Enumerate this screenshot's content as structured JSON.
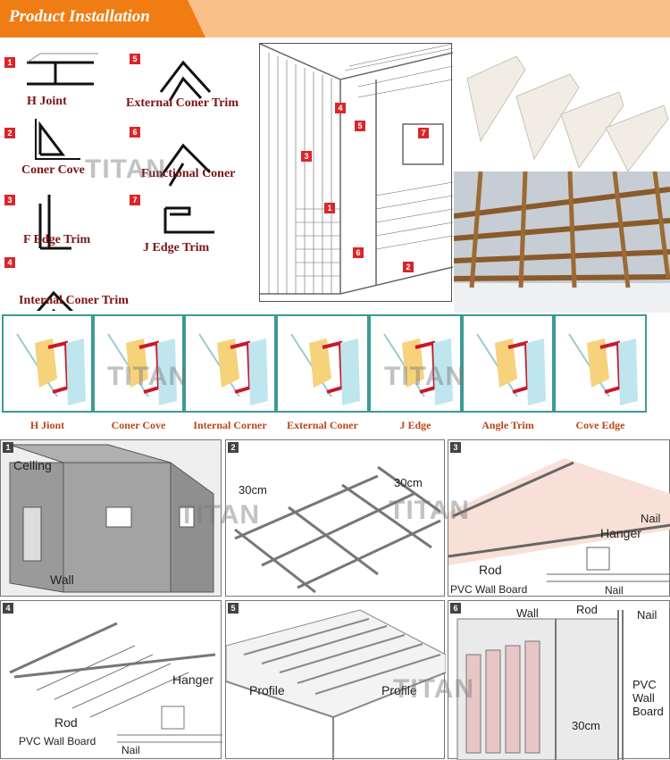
{
  "header": {
    "title": "Product Installation"
  },
  "trims": [
    {
      "num": "1",
      "label": "H Joint"
    },
    {
      "num": "2",
      "label": "Coner Cove"
    },
    {
      "num": "3",
      "label": "F Edge Trim"
    },
    {
      "num": "4",
      "label": "Internal Coner Trim"
    },
    {
      "num": "5",
      "label": "External Coner Trim"
    },
    {
      "num": "6",
      "label": "Functional Coner"
    },
    {
      "num": "7",
      "label": "J Edge Trim"
    }
  ],
  "room_markers": [
    "1",
    "2",
    "3",
    "4",
    "5",
    "6",
    "7"
  ],
  "strip": [
    "H Jiont",
    "Coner Cove",
    "Internal Corner",
    "External Coner",
    "J Edge",
    "Angle Trim",
    "Cove Edge"
  ],
  "steps": [
    {
      "num": "1",
      "labels": {
        "ceiling": "Ceiling",
        "wall": "Wall"
      }
    },
    {
      "num": "2",
      "labels": {
        "a": "30cm",
        "b": "30cm"
      }
    },
    {
      "num": "3",
      "labels": {
        "nail": "Nail",
        "hanger": "Hanger",
        "rod": "Rod",
        "board": "PVC Wall Board",
        "nail2": "Nail"
      }
    },
    {
      "num": "4",
      "labels": {
        "hanger": "Hanger",
        "rod": "Rod",
        "board": "PVC Wall Board",
        "nail": "Nail"
      }
    },
    {
      "num": "5",
      "labels": {
        "a": "Profile",
        "b": "Profile"
      }
    },
    {
      "num": "6",
      "labels": {
        "wall": "Wall",
        "rod": "Rod",
        "nail": "Nail",
        "pvc": "PVC",
        "wall2": "Wall",
        "board": "Board",
        "cm": "30cm"
      }
    }
  ],
  "watermark": "TITAN",
  "colors": {
    "orange": "#f07d13",
    "red": "#d9262b",
    "teal": "#3c9a96"
  }
}
